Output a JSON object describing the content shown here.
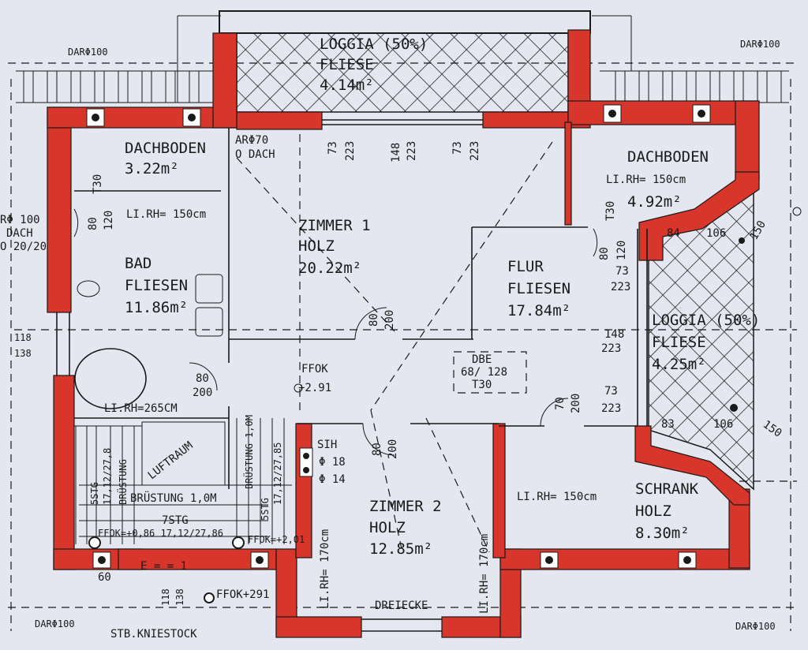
{
  "colors": {
    "paper": "#dfe3ec",
    "wall": "#d8352b",
    "ink": "#1a1a1a"
  },
  "rooms": {
    "loggia_top": {
      "name": "LOGGIA (50%)",
      "floor": "FLIESE",
      "area": "4.14m²"
    },
    "dachboden_left": {
      "name": "DACHBODEN",
      "area": "3.22m²"
    },
    "zimmer1": {
      "name": "ZIMMER  1",
      "floor": "HOLZ",
      "area": "20.22m²"
    },
    "dachboden_right": {
      "name": "DACHBODEN",
      "height": "LI.RH= 150cm",
      "area": "4.92m²"
    },
    "bad": {
      "name": "BAD",
      "floor": "FLIESEN",
      "area": "11.86m²",
      "height": "LI.RH= 150cm"
    },
    "flur": {
      "name": "FLUR",
      "floor": "FLIESEN",
      "area": "17.84m²"
    },
    "loggia_right": {
      "name": "LOGGIA  (50%)",
      "floor": "FLIESE",
      "area": "4.25m²"
    },
    "zimmer2": {
      "name": "ZIMMER  2",
      "floor": "HOLZ",
      "area": "12.85m²",
      "note": "DREIECKE"
    },
    "schrank": {
      "name": "SCHRANK",
      "floor": "HOLZ",
      "area": "8.30m²",
      "height": "LI.RH= 150cm"
    }
  },
  "annotations": {
    "dar_top_left": "DARΦ100",
    "dar_top_right": "DARΦ100",
    "dar_bottom_left": "DARΦ100",
    "dar_bottom_right": "DARΦ100",
    "ar_dach": "ARΦ70",
    "ar_dach2": "O DACH",
    "left_dach": "RΦ 100",
    "left_dach2": "DACH",
    "left_dach3": "O 20/20",
    "t30_left": "T30",
    "door_80_120": "80",
    "door_120": "120",
    "li_rh_265": "LI.RH=265CM",
    "ffok_291": "FFOK",
    "ffok_291b": "+2.91",
    "dbe": "DBE",
    "dbe2": "68/ 128",
    "dbe3": "T30",
    "sih": "SIH",
    "sih_phi18": "Φ 18",
    "sih_phi14": "Φ 14",
    "luftraum": "LUFTRAUM",
    "brustung": "BRÜSTUNG   1,0M",
    "stg7": "7STG",
    "stg5": "5STG",
    "ffok_bottom": "FFOK=+0,86 17,12/27,86",
    "ffok_bottom2": "FFOK=+2,01",
    "ffok_291c": "FFOK+291",
    "li_rh_170_left": "LI.RH= 170cm",
    "li_rh_170_right": "LI.RH= 170cm",
    "stb_kniestock": "STB.KNIESTOCK",
    "dim_118": "118",
    "dim_138": "138",
    "dim_118b": "118",
    "dim_138b": "138",
    "w73_1": "73",
    "w223_1": "223",
    "w148": "148",
    "w223_2": "223",
    "w73_2": "73",
    "w223_3": "223",
    "d80": "80",
    "d200": "200",
    "d80b": "80",
    "d200b": "200",
    "d80c": "80",
    "d200c": "200",
    "d70": "70",
    "d200d": "200",
    "d80e": "80",
    "d120e": "120",
    "d73r": "73",
    "d223r": "223",
    "d148r": "148",
    "d223r2": "223",
    "d73r2": "73",
    "d223r3": "223",
    "t30_right": "T30",
    "d84": "84",
    "d106": "106",
    "d150": "150",
    "d83": "83",
    "d106b": "106",
    "d150b": "150",
    "eq": "E = = 1",
    "d60": "60",
    "brustung_v": "BRÜSTUNG",
    "brustung_v2": "BRÜSTUNG  1,0M",
    "stg17": "17,12/27,8",
    "stg17b": "17,12/27,85",
    "stg5b": "5STG"
  }
}
